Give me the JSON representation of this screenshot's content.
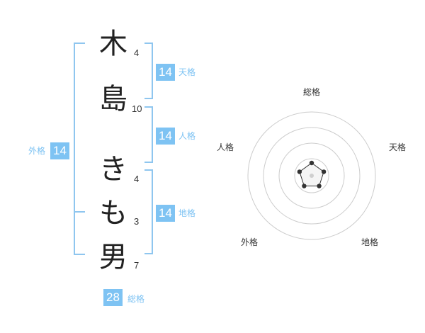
{
  "name_chars": [
    {
      "char": "木",
      "strokes": "4"
    },
    {
      "char": "島",
      "strokes": "10"
    },
    {
      "char": "き",
      "strokes": "4"
    },
    {
      "char": "も",
      "strokes": "3"
    },
    {
      "char": "男",
      "strokes": "7"
    }
  ],
  "fortune": {
    "tenkaku": {
      "value": "14",
      "label": "天格"
    },
    "jinkaku": {
      "value": "14",
      "label": "人格"
    },
    "chikaku": {
      "value": "14",
      "label": "地格"
    },
    "gaikaku": {
      "value": "14",
      "label": "外格"
    },
    "soukaku": {
      "value": "28",
      "label": "総格"
    }
  },
  "radar": {
    "axes": [
      "総格",
      "天格",
      "地格",
      "外格",
      "人格"
    ],
    "values": [
      1,
      1,
      1,
      1,
      1
    ],
    "max_level": 5,
    "ring_color": "#cccccc",
    "polygon_color": "#333333"
  },
  "colors": {
    "accent": "#7ec3f3",
    "bracket": "#8fc6ef",
    "text": "#222222"
  }
}
